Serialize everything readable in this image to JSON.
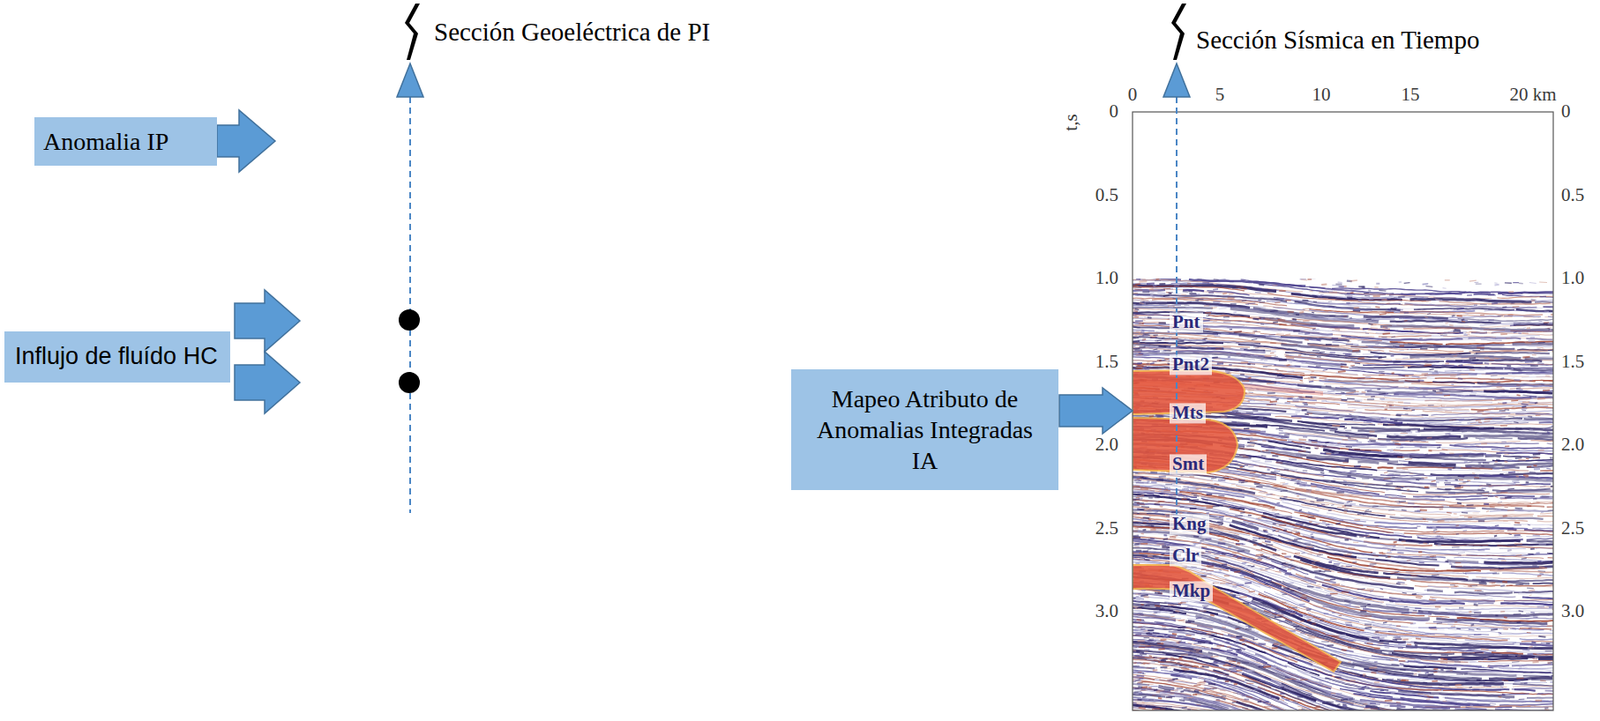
{
  "diagram": {
    "nodes": [
      {
        "text": [
          "Anomalia IP"
        ]
      },
      {
        "text": [
          "Influjo de fluído HC"
        ]
      },
      {
        "text": [
          "Mapeo Atributo de Anomalias Integradas IA"
        ]
      }
    ],
    "labels": [
      "Sección Geoeléctrica de PI",
      "Sección Sísmica en Tiempo",
      "0",
      "5",
      "10",
      "15",
      "20 km",
      "t,s",
      "0",
      "0.5",
      "1.0",
      "1.5",
      "2.0",
      "2.5",
      "3.0",
      "0",
      "0.5",
      "1.0",
      "1.5",
      "2.0",
      "2.5",
      "3.0",
      "Pnt",
      "Pnt2",
      "Mts",
      "Smt",
      "Kng",
      "Clr",
      "Mkp"
    ]
  }
}
